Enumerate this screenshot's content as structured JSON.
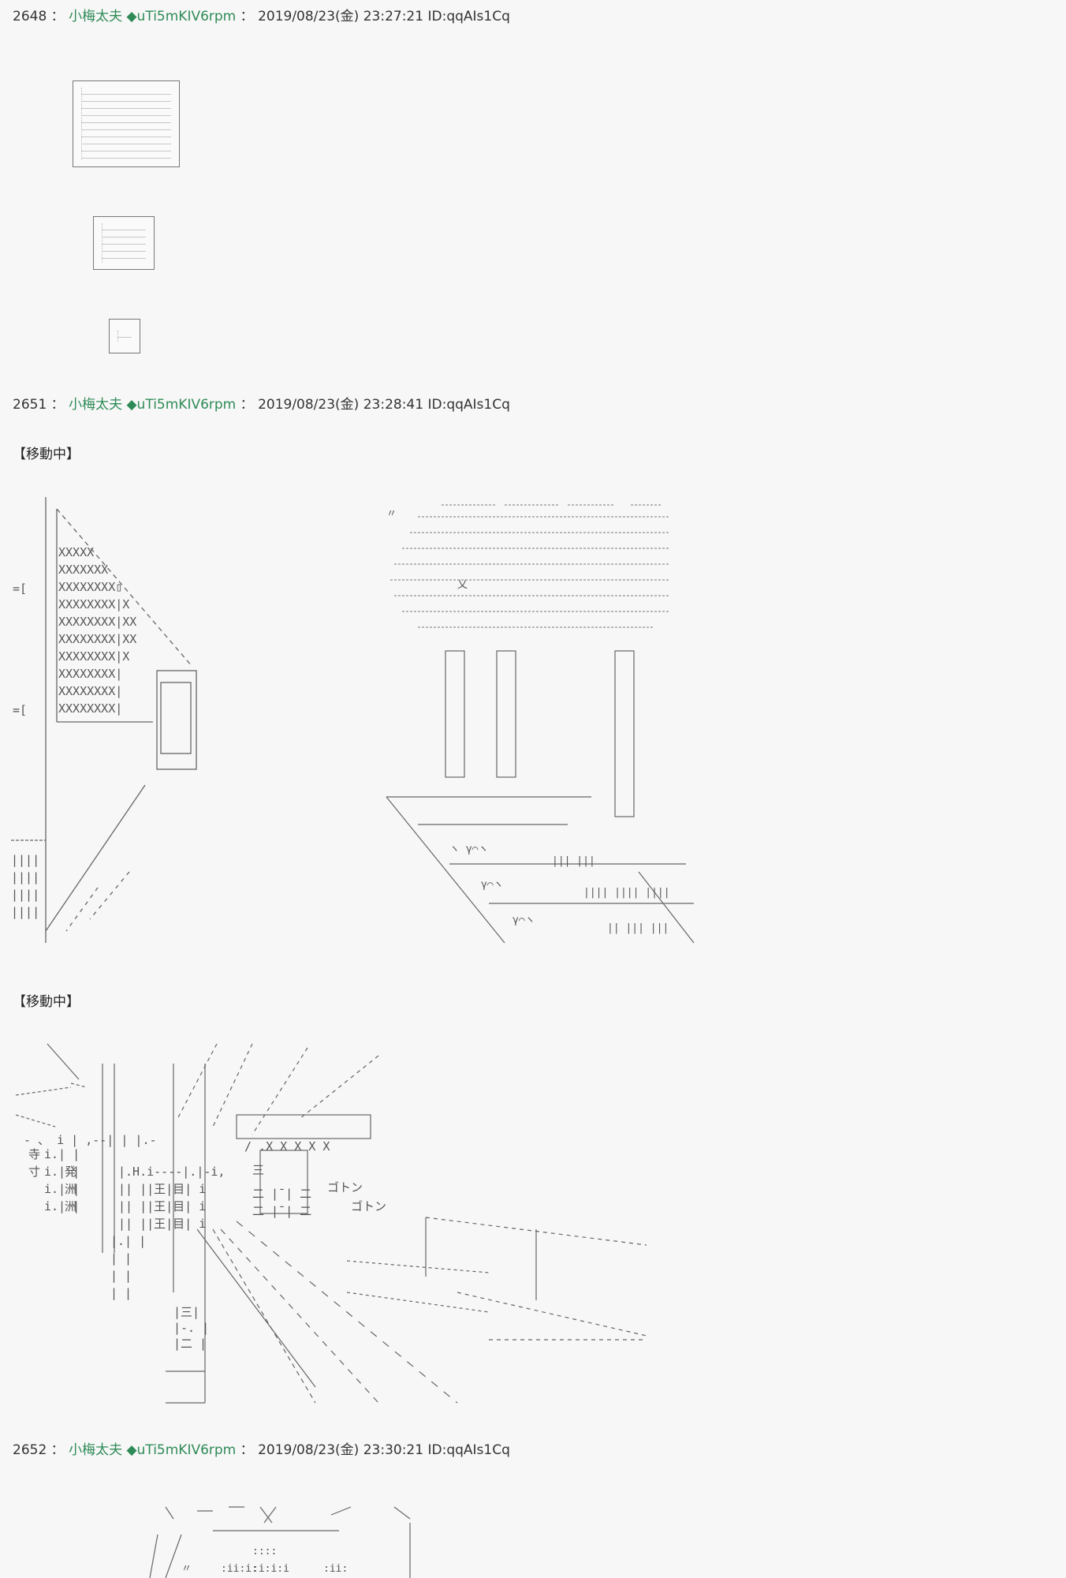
{
  "posts": [
    {
      "number": "2648",
      "colon": "：",
      "name": "小梅太夫",
      "trip": "◆uTi5mKIV6rpm",
      "datetime": "2019/08/23(金) 23:27:21",
      "id": "ID:qqAIs1Cq"
    },
    {
      "number": "2651",
      "colon": "：",
      "name": "小梅太夫",
      "trip": "◆uTi5mKIV6rpm",
      "datetime": "2019/08/23(金) 23:28:41",
      "id": "ID:qqAIs1Cq"
    },
    {
      "number": "2652",
      "colon": "：",
      "name": "小梅太夫",
      "trip": "◆uTi5mKIV6rpm",
      "datetime": "2019/08/23(金) 23:30:21",
      "id": "ID:qqAIs1Cq"
    }
  ],
  "labels": {
    "moving_1": "【移動中】",
    "moving_2": "【移動中】"
  },
  "city_signs": {
    "row1": "寺",
    "row2": "寸",
    "sign_a": "発",
    "sign_b": "洲",
    "sign_c": "洲",
    "katakana_1": "ゴトン",
    "katakana_2": "ゴトン"
  },
  "colors": {
    "name": "#2e8b57",
    "background": "#f7f7f7",
    "text": "#333333",
    "ascii_art": "#555555"
  }
}
